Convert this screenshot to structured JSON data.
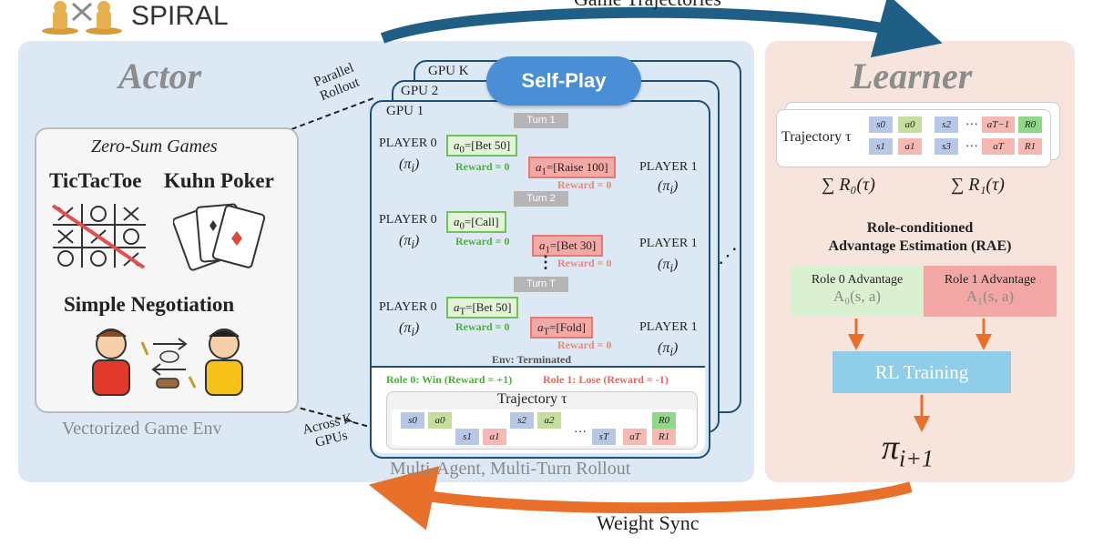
{
  "logo": {
    "text": "SPIRAL"
  },
  "arrows": {
    "top_label": "Game Trajectories",
    "bottom_label": "Weight Sync",
    "color_top": "#1f5f86",
    "color_bottom": "#e8702a"
  },
  "actor": {
    "title": "Actor",
    "parallel_rollout": "Parallel Rollout",
    "across_gpus": "Across K GPUs",
    "env_label": "Vectorized Game Env",
    "rollout_caption": "Multi-Agent, Multi-Turn Rollout",
    "games": {
      "heading": "Zero-Sum Games",
      "items": [
        "TicTacToe",
        "Kuhn Poker",
        "Simple Negotiation"
      ]
    },
    "gpus": [
      "GPU K",
      "GPU 2",
      "GPU 1"
    ],
    "self_play": "Self-Play",
    "turns": [
      {
        "label": "Turn 1",
        "p0_action_sym": "a",
        "p0_action_sub": "0",
        "p0_action": "=[Bet 50]",
        "p1_action_sym": "a",
        "p1_action_sub": "1",
        "p1_action": "=[Raise 100]"
      },
      {
        "label": "Turn 2",
        "p0_action_sym": "a",
        "p0_action_sub": "0",
        "p0_action": "=[Call]",
        "p1_action_sym": "a",
        "p1_action_sub": "1",
        "p1_action": "=[Bet 30]"
      },
      {
        "label": "Turn T",
        "p0_action_sym": "a",
        "p0_action_sub": "T",
        "p0_action": "=[Bet 50]",
        "p1_action_sym": "a",
        "p1_action_sub": "T",
        "p1_action": "=[Fold]"
      }
    ],
    "player0": "PLAYER 0",
    "player1": "PLAYER 1",
    "pi": "(π",
    "pi_sub": "i",
    "pi_close": ")",
    "reward": "Reward = 0",
    "env_terminated": "Env: Terminated",
    "role0_result": "Role 0: Win (Reward = +1)",
    "role1_result": "Role 1: Lose (Reward = -1)",
    "trajectory_label": "Trajectory τ",
    "traj_top": [
      "s0",
      "a0",
      "s2",
      "a2",
      "R0"
    ],
    "traj_bottom": [
      "s1",
      "a1",
      "sT",
      "aT",
      "R1"
    ],
    "ellipsis": "…",
    "vdots": "⋮",
    "hdots": "⋰"
  },
  "learner": {
    "title": "Learner",
    "trajectory_label": "Trajectory τ",
    "row0": [
      "s0",
      "a0",
      "s2",
      "aT−1",
      "R0"
    ],
    "row1": [
      "s1",
      "a1",
      "s3",
      "aT",
      "R1"
    ],
    "sum0": "∑ R₀(τ)",
    "sum1": "∑ R₁(τ)",
    "rae_title_1": "Role-conditioned",
    "rae_title_2": "Advantage Estimation (RAE)",
    "role0_adv": "Role 0 Advantage",
    "role0_adv_expr": "A₀(s, a)",
    "role1_adv": "Role 1 Advantage",
    "role1_adv_expr": "A₁(s, a)",
    "rl_training": "RL Training",
    "policy_next": "π",
    "policy_sub": "i+1"
  }
}
